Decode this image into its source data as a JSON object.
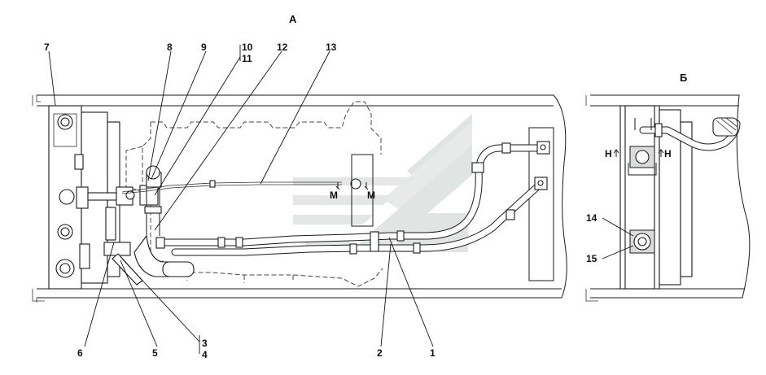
{
  "views": {
    "a": "А",
    "b": "Б"
  },
  "callouts": [
    "1",
    "2",
    "3",
    "4",
    "5",
    "6",
    "7",
    "8",
    "9",
    "10",
    "11",
    "12",
    "13",
    "14",
    "15"
  ],
  "markers": {
    "m_left": "М",
    "m_right": "М",
    "h_left": "Н",
    "h_right": "Н"
  },
  "colors": {
    "line": "#1a1a1a",
    "watermark": "#dfe3e1"
  }
}
